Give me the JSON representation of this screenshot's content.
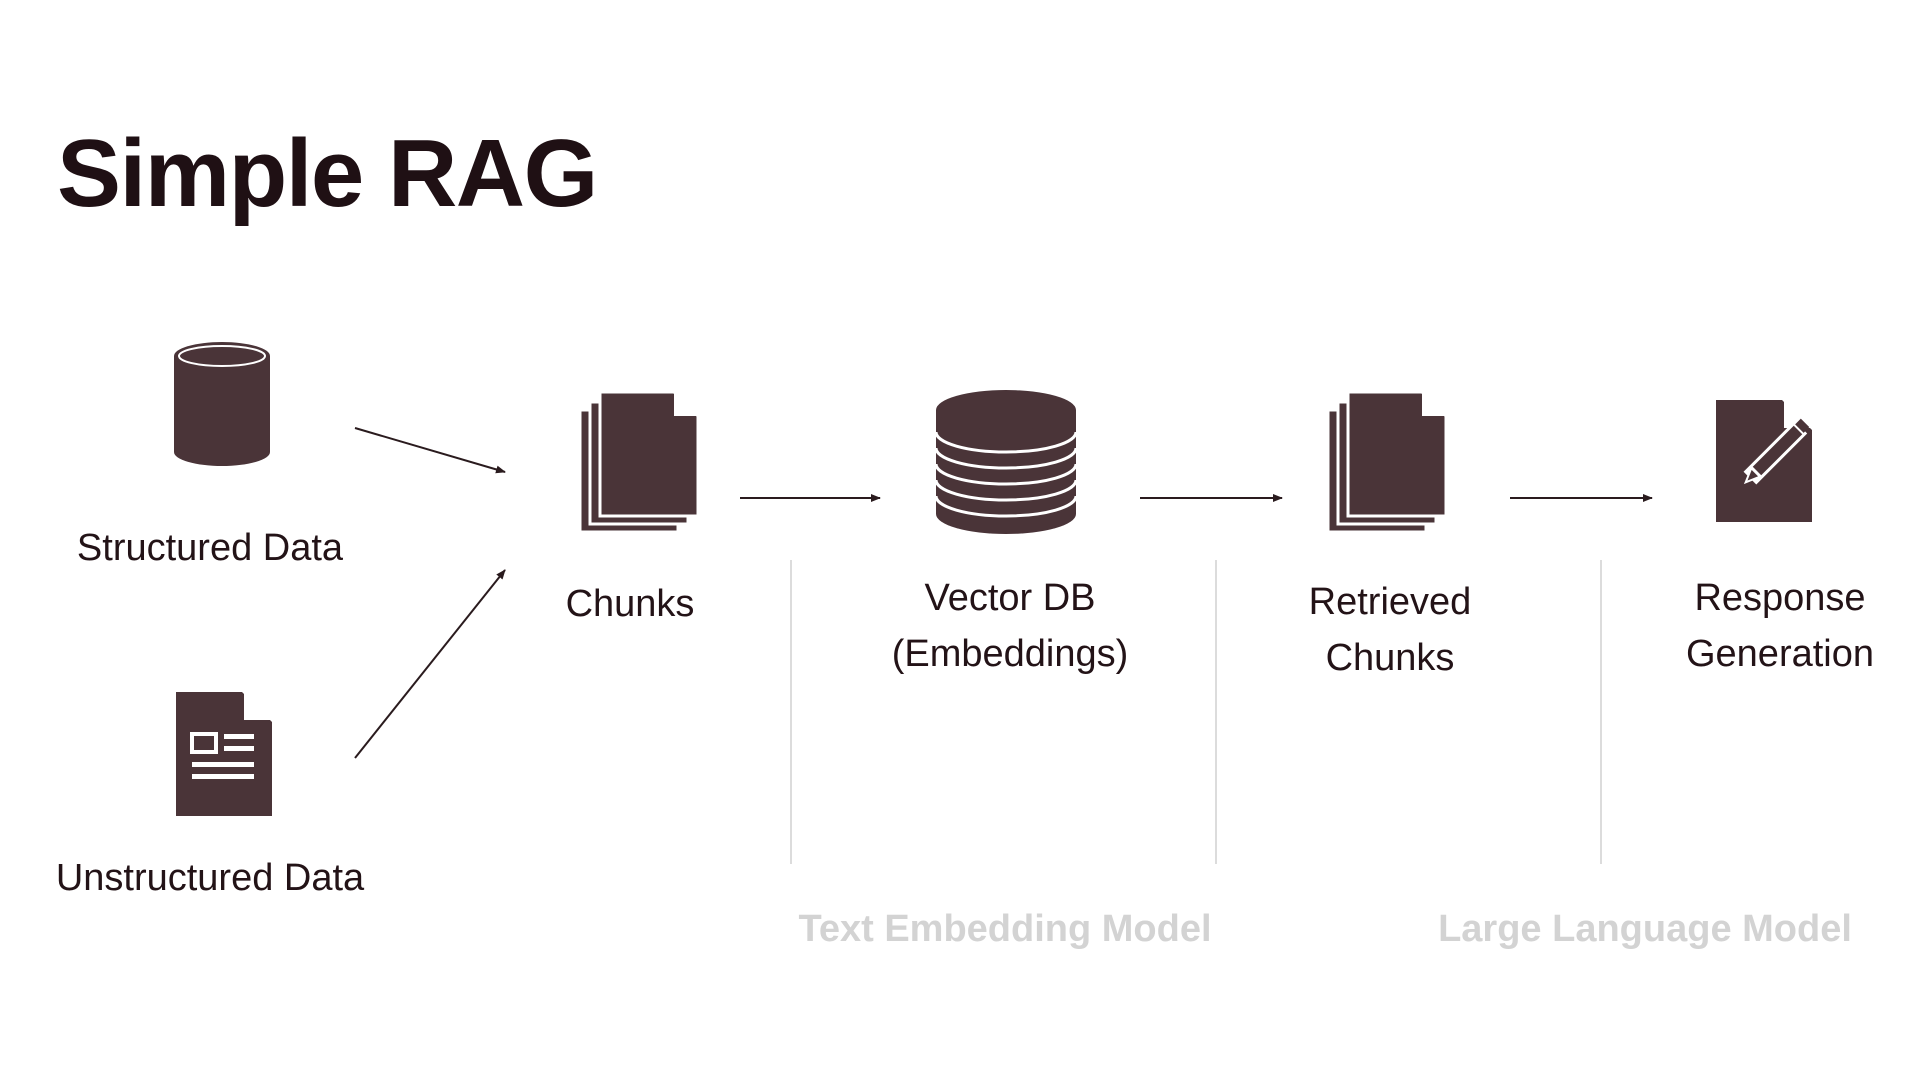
{
  "title": "Simple RAG",
  "colors": {
    "icon": "#4a3438",
    "text": "#231317",
    "model_label": "#d3d3d3",
    "divider": "#dcdcdc"
  },
  "nodes": {
    "structured_data": {
      "label": "Structured Data",
      "icon": "database-icon"
    },
    "unstructured_data": {
      "label": "Unstructured Data",
      "icon": "document-icon"
    },
    "chunks": {
      "label": "Chunks",
      "icon": "stacked-documents-icon"
    },
    "vector_db": {
      "line1": "Vector DB",
      "line2": "(Embeddings)",
      "icon": "vector-database-icon"
    },
    "retrieved_chunks": {
      "line1": "Retrieved",
      "line2": "Chunks",
      "icon": "stacked-documents-icon"
    },
    "response_generation": {
      "line1": "Response",
      "line2": "Generation",
      "icon": "document-edit-icon"
    }
  },
  "models": {
    "text_embedding": "Text Embedding Model",
    "llm": "Large Language Model"
  }
}
